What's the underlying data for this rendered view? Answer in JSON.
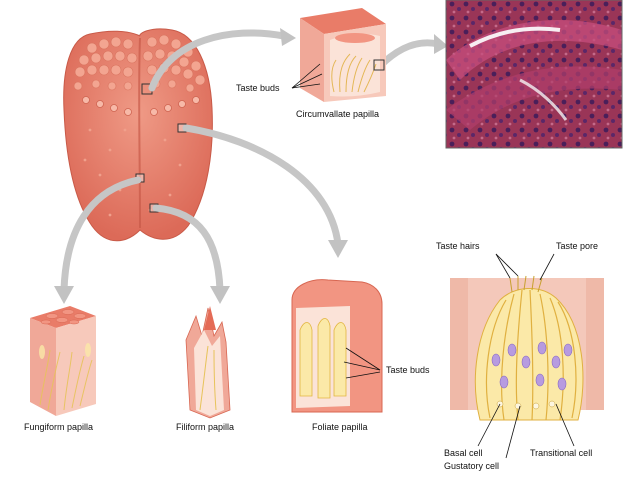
{
  "labels": {
    "taste_buds_top": "Taste buds",
    "circumvallate": "Circumvallate papilla",
    "fungiform": "Fungiform papilla",
    "filiform": "Filiform papilla",
    "foliate": "Foliate papilla",
    "taste_buds_foliate": "Taste buds",
    "taste_hairs": "Taste hairs",
    "taste_pore": "Taste pore",
    "basal_cell": "Basal cell",
    "gustatory_cell": "Gustatory cell",
    "transitional_cell": "Transitional cell"
  },
  "colors": {
    "tongue": "#e8806e",
    "tongue_dark": "#d9604f",
    "papilla_pink": "#f2b3a6",
    "tissue": "#f7d2c6",
    "taste_bud_yellow": "#fbe9a8",
    "arrow_gray": "#c9c9c9",
    "micrograph": "#8a2a4a",
    "cell_nucleus": "#b79be0"
  }
}
